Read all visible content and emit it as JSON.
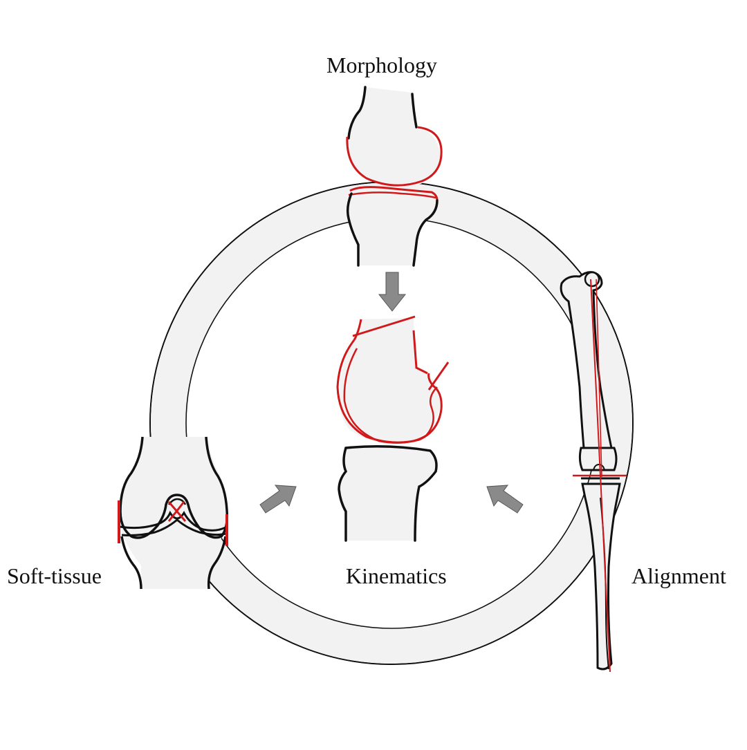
{
  "labels": {
    "morphology": "Morphology",
    "soft_tissue": "Soft-tissue",
    "kinematics": "Kinematics",
    "alignment": "Alignment"
  },
  "colors": {
    "background": "#ffffff",
    "bone_fill": "#f2f2f2",
    "ring_fill": "#f2f2f2",
    "outline": "#111111",
    "highlight": "#d0191b",
    "arrow": "#8a8a8a"
  },
  "icons": [
    "ring",
    "knee-joint-sagittal-icon",
    "knee-kinematics-icon",
    "knee-frontal-icon",
    "leg-alignment-icon",
    "arrow-down-icon",
    "arrow-left-icon",
    "arrow-right-icon"
  ]
}
